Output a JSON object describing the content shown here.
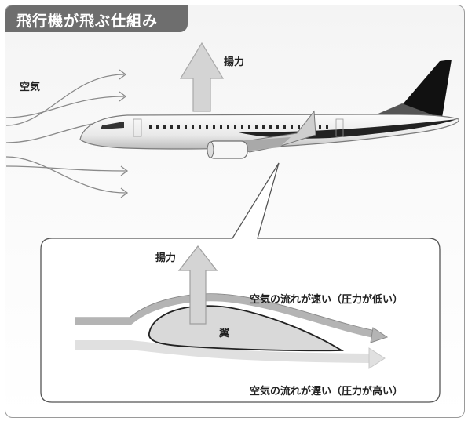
{
  "title": "飛行機が飛ぶ仕組み",
  "labels": {
    "air": "空気",
    "lift_top": "揚力",
    "lift_detail": "揚力",
    "fast_flow": "空気の流れが速い（圧力が低い）",
    "wing": "翼",
    "slow_flow": "空気の流れが遅い（圧力が高い）"
  },
  "colors": {
    "title_bg": "#6e6e6e",
    "frame": "#9a9a9a",
    "lift_arrow": "#d2d2d2",
    "wing_fill": "#d9d9d9",
    "airflow_line": "#8a8a8a",
    "fuselage": "#f2f2f2",
    "tail": "#111111"
  }
}
